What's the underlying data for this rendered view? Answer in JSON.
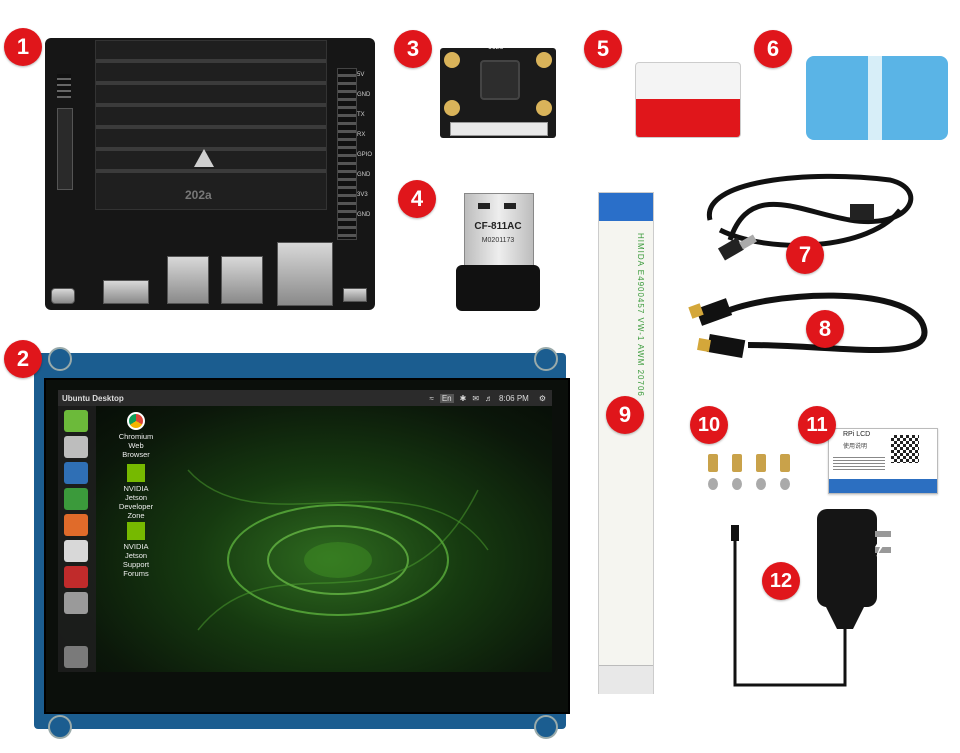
{
  "badges": [
    "1",
    "2",
    "3",
    "4",
    "5",
    "6",
    "7",
    "8",
    "9",
    "10",
    "11",
    "12"
  ],
  "board": {
    "silkscreen": "202а",
    "gpio_labels": [
      "5V",
      "GND",
      "TX",
      "RX",
      "GPIO",
      "GND",
      "3V3",
      "GND"
    ]
  },
  "camera": {
    "marking": "0620"
  },
  "wifi_dongle": {
    "model": "CF-811AC",
    "serial": "M0201173"
  },
  "cable_marking": "HIMIDA  E4900457  VW-1  AWM  20706",
  "leaflet": {
    "title": "RPi LCD",
    "subtitle": "使用说明"
  },
  "lcd": {
    "window_title": "Ubuntu Desktop",
    "time": "8:06 PM",
    "lang": "En",
    "desktop_icons": [
      {
        "lines": [
          "Chromium",
          "Web",
          "Browser"
        ],
        "icon": "chromium-icon"
      },
      {
        "lines": [
          "NVIDIA",
          "Jetson",
          "Developer",
          "Zone"
        ],
        "icon": "nvidia-icon"
      },
      {
        "lines": [
          "NVIDIA",
          "Jetson",
          "Support",
          "Forums"
        ],
        "icon": "nvidia-icon"
      }
    ]
  },
  "colors": {
    "badge": "#e0161b",
    "lcd_frame": "#1b5d90",
    "heatsink": "#1a1a1a",
    "sd_red": "#e0161b",
    "reader_blue": "#5ab4e6"
  }
}
